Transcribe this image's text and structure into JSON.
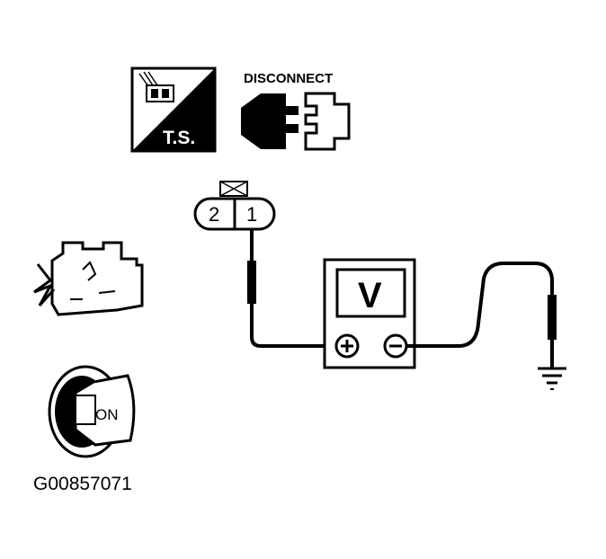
{
  "icons": {
    "test_sequence_label": "T.S.",
    "disconnect_label": "DISCONNECT"
  },
  "connector": {
    "pin_left": "2",
    "pin_right": "1"
  },
  "voltmeter": {
    "display": "V"
  },
  "ignition": {
    "key_position": "ON"
  },
  "figure_code": "G00857071"
}
